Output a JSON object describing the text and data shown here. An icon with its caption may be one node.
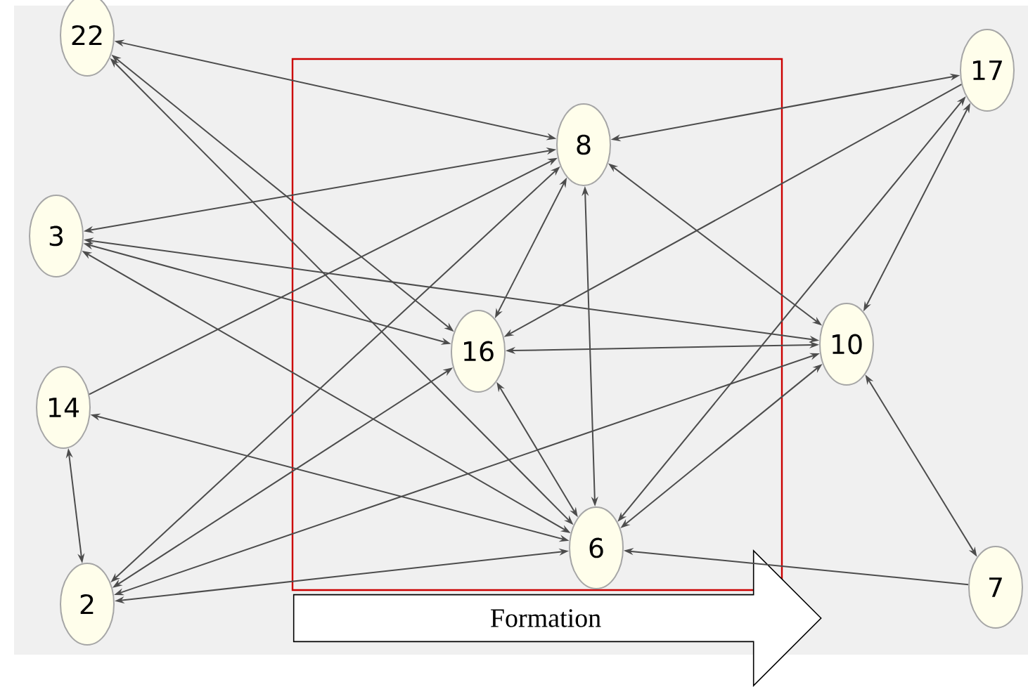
{
  "diagram": {
    "nodes": [
      {
        "text": [
          "22"
        ]
      },
      {
        "text": [
          "3"
        ]
      },
      {
        "text": [
          "14"
        ]
      },
      {
        "text": [
          "2"
        ]
      },
      {
        "text": [
          "8"
        ]
      },
      {
        "text": [
          "16"
        ]
      },
      {
        "text": [
          "6"
        ]
      },
      {
        "text": [
          "17"
        ]
      },
      {
        "text": [
          "10"
        ]
      },
      {
        "text": [
          "7"
        ]
      },
      {
        "text": [
          "Formation"
        ]
      }
    ],
    "edges": [
      {
        "from": 4,
        "to": 0,
        "arrow": "both"
      },
      {
        "from": 0,
        "to": 5,
        "arrow": "both"
      },
      {
        "from": 0,
        "to": 6,
        "arrow": "both"
      },
      {
        "from": 4,
        "to": 1,
        "arrow": "both"
      },
      {
        "from": 1,
        "to": 5,
        "arrow": "both"
      },
      {
        "from": 1,
        "to": 8,
        "arrow": "both"
      },
      {
        "from": 1,
        "to": 6,
        "arrow": "both"
      },
      {
        "from": 2,
        "to": 4,
        "arrow": "to"
      },
      {
        "from": 6,
        "to": 2,
        "arrow": "both"
      },
      {
        "from": 2,
        "to": 3,
        "arrow": "both"
      },
      {
        "from": 3,
        "to": 4,
        "arrow": "both"
      },
      {
        "from": 3,
        "to": 5,
        "arrow": "both"
      },
      {
        "from": 3,
        "to": 8,
        "arrow": "both"
      },
      {
        "from": 3,
        "to": 6,
        "arrow": "both"
      },
      {
        "from": 4,
        "to": 7,
        "arrow": "both"
      },
      {
        "from": 4,
        "to": 5,
        "arrow": "both"
      },
      {
        "from": 4,
        "to": 6,
        "arrow": "both"
      },
      {
        "from": 4,
        "to": 8,
        "arrow": "both"
      },
      {
        "from": 7,
        "to": 5,
        "arrow": "to"
      },
      {
        "from": 7,
        "to": 6,
        "arrow": "both"
      },
      {
        "from": 7,
        "to": 8,
        "arrow": "both"
      },
      {
        "from": 5,
        "to": 8,
        "arrow": "both"
      },
      {
        "from": 5,
        "to": 6,
        "arrow": "both"
      },
      {
        "from": 8,
        "to": 6,
        "arrow": "both"
      },
      {
        "from": 8,
        "to": 9,
        "arrow": "both"
      },
      {
        "from": 9,
        "to": 6,
        "arrow": "to"
      }
    ]
  }
}
